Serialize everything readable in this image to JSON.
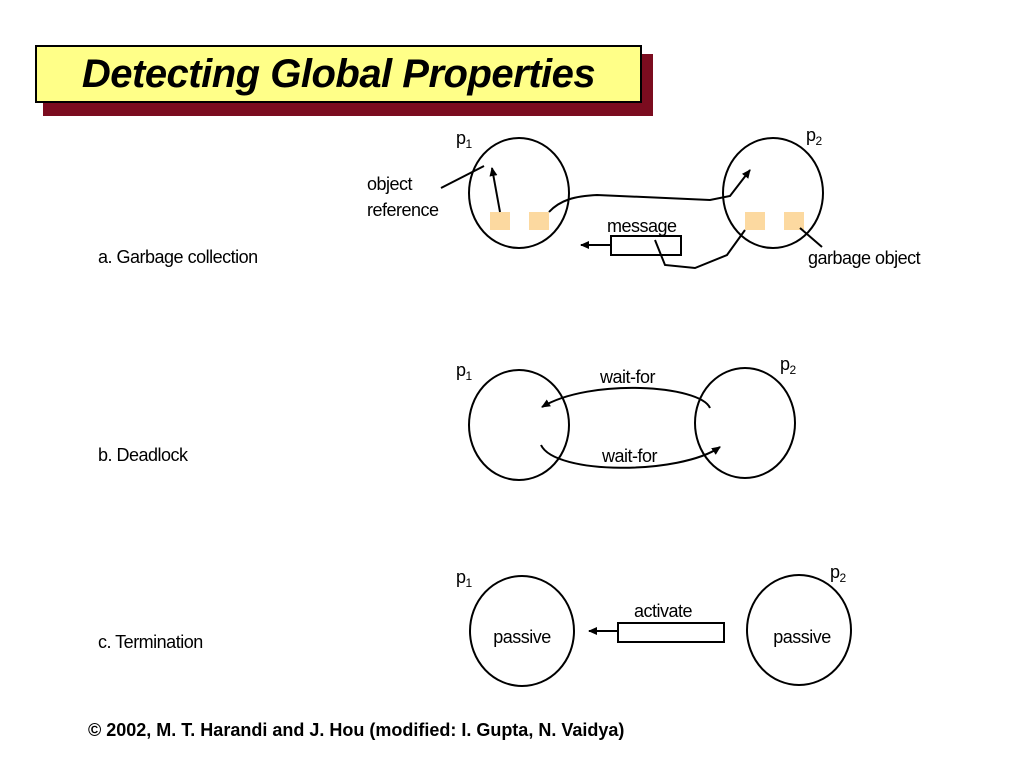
{
  "slide": {
    "title": "Detecting Global Properties",
    "footer": "© 2002, M. T. Harandi and J. Hou (modified: I. Gupta, N. Vaidya)",
    "colors": {
      "title_bg": "#ffff88",
      "title_shadow": "#7b0c1f",
      "object_fill": "#fcd9a0"
    }
  },
  "sections": {
    "garbage": {
      "label": "a. Garbage collection",
      "p1": "p",
      "p1_sub": "1",
      "p2": "p",
      "p2_sub": "2",
      "object_reference_line1": "object",
      "object_reference_line2": "reference",
      "message": "message",
      "garbage_object": "garbage object"
    },
    "deadlock": {
      "label": "b. Deadlock",
      "p1": "p",
      "p1_sub": "1",
      "p2": "p",
      "p2_sub": "2",
      "wait_for_top": "wait-for",
      "wait_for_bottom": "wait-for"
    },
    "termination": {
      "label": "c. Termination",
      "p1": "p",
      "p1_sub": "1",
      "p2": "p",
      "p2_sub": "2",
      "p1_state": "passive",
      "p2_state": "passive",
      "activate": "activate"
    }
  }
}
